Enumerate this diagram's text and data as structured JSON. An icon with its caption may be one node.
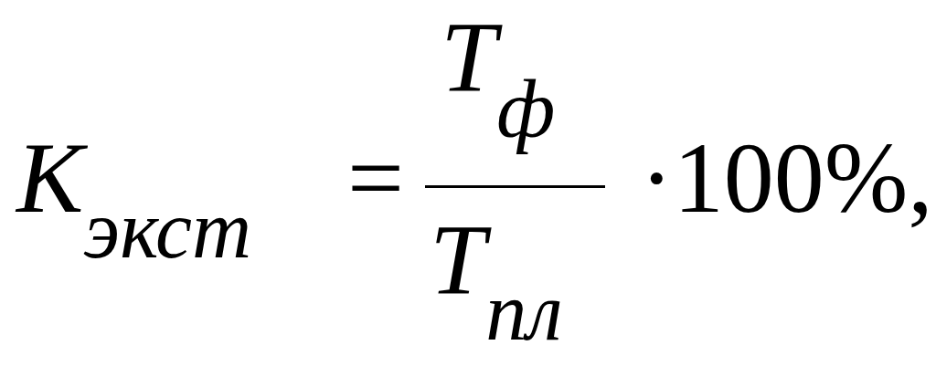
{
  "diagram": {
    "labels": [
      "K$_{экст}$",
      "=",
      "T$_{ф}$",
      "T$_{пл}$",
      "·100%,"
    ]
  }
}
